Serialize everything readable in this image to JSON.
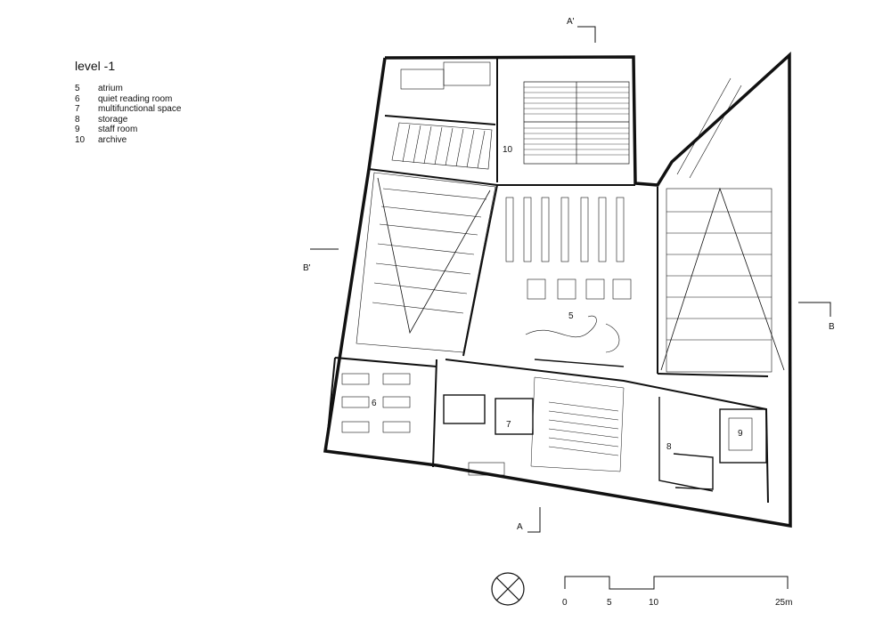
{
  "title": "level -1",
  "legend": [
    {
      "num": "5",
      "label": "atrium"
    },
    {
      "num": "6",
      "label": "quiet reading room"
    },
    {
      "num": "7",
      "label": "multifunctional space"
    },
    {
      "num": "8",
      "label": "storage"
    },
    {
      "num": "9",
      "label": "staff room"
    },
    {
      "num": "10",
      "label": "archive"
    }
  ],
  "room_labels": {
    "r5": "5",
    "r6": "6",
    "r7": "7",
    "r8": "8",
    "r9": "9",
    "r10": "10"
  },
  "sections": {
    "a_top": "A'",
    "a_bottom": "A",
    "b_left": "B'",
    "b_right": "B"
  },
  "scale": {
    "t0": "0",
    "t5": "5",
    "t10": "10",
    "t25": "25m"
  }
}
